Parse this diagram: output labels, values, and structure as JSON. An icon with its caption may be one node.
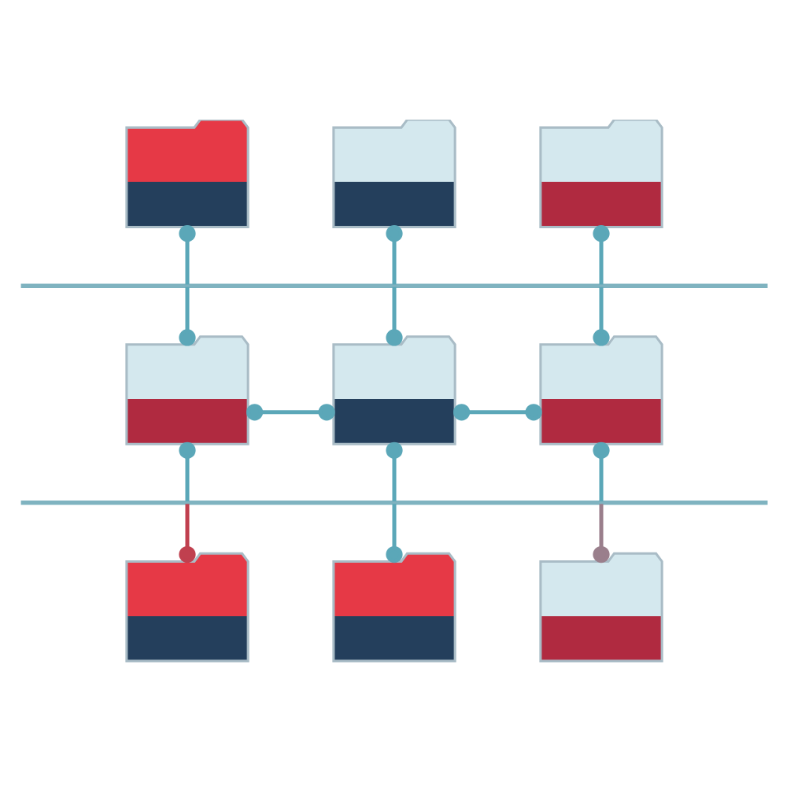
{
  "diagram": {
    "nodes": [
      {
        "text": [],
        "shape": "folder"
      },
      {
        "text": [],
        "shape": "folder"
      },
      {
        "text": [],
        "shape": "folder"
      },
      {
        "text": [],
        "shape": "bar"
      },
      {
        "text": [],
        "shape": "folder"
      },
      {
        "text": [],
        "shape": "folder"
      },
      {
        "text": [],
        "shape": "folder"
      },
      {
        "text": [],
        "shape": "bar"
      },
      {
        "text": [],
        "shape": "folder"
      },
      {
        "text": [],
        "shape": "folder"
      },
      {
        "text": [],
        "shape": "folder"
      }
    ],
    "edges": [
      {
        "from": 0,
        "to": 3,
        "arrow": "other"
      },
      {
        "from": 1,
        "to": 3,
        "arrow": "other"
      },
      {
        "from": 2,
        "to": 3,
        "arrow": "other"
      },
      {
        "from": 3,
        "to": 4,
        "arrow": "other"
      },
      {
        "from": 3,
        "to": 5,
        "arrow": "other"
      },
      {
        "from": 3,
        "to": 6,
        "arrow": "other"
      },
      {
        "from": 4,
        "to": 5,
        "arrow": "other"
      },
      {
        "from": 5,
        "to": 6,
        "arrow": "other"
      },
      {
        "from": 4,
        "to": 7,
        "arrow": "other"
      },
      {
        "from": 5,
        "to": 7,
        "arrow": "other"
      },
      {
        "from": 6,
        "to": 7,
        "arrow": "other"
      },
      {
        "from": 7,
        "to": 8,
        "arrow": "other",
        "color": "#c0404f"
      },
      {
        "from": 7,
        "to": 9,
        "arrow": "other"
      },
      {
        "from": 7,
        "to": 10,
        "arrow": "other",
        "color": "#9a7f8c"
      }
    ]
  }
}
